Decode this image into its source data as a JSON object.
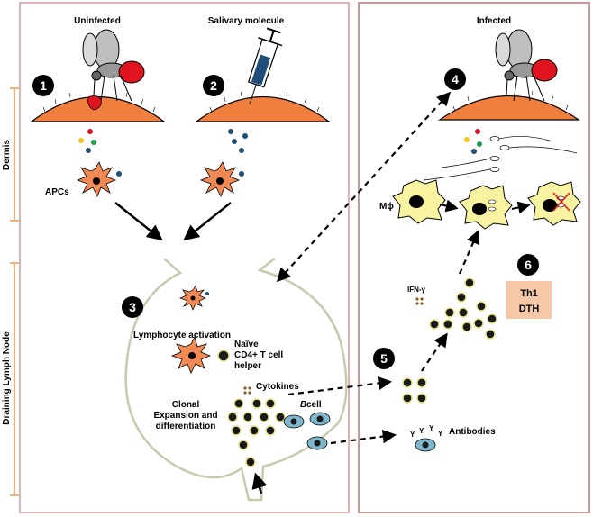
{
  "panels": {
    "left": {
      "uninfected": "Uninfected",
      "salivary": "Salivary molecule"
    },
    "right": {
      "infected": "Infected"
    }
  },
  "side_labels": {
    "dermis": "Dermis",
    "lymph_node": "Draining Lymph Node"
  },
  "steps": [
    "1",
    "2",
    "3",
    "4",
    "5",
    "6"
  ],
  "labels": {
    "apcs": "APCs",
    "lymphocyte_activation": "Lymphocyte activation",
    "naive_line1": "Naïve",
    "naive_line2": "CD4+ T cell",
    "naive_line3": "helper",
    "cytokines": "Cytokines",
    "clonal_line1": "Clonal",
    "clonal_line2": "Expansion and",
    "clonal_line3": "differentiation",
    "b_cell_italic": "B",
    "b_cell_rest": " cell",
    "ifn": "IFN-γ",
    "mphi": "Mϕ",
    "antibodies": "Antibodies",
    "antibody_glyph": "Y"
  },
  "box6": {
    "line1": "Th1",
    "line2": "DTH"
  },
  "colors": {
    "panel_border": "#d9b5b5",
    "skin": "#f07f3e",
    "apc": "#f28a55",
    "node_outline": "#c9c9b0",
    "dashed_arrow": "#000000",
    "bracket": "#f0b27a",
    "box6": "#f7c8a8",
    "macrophage": "#f7f3a0",
    "b_cell": "#7fb8cc",
    "blood": "#e0141e"
  }
}
